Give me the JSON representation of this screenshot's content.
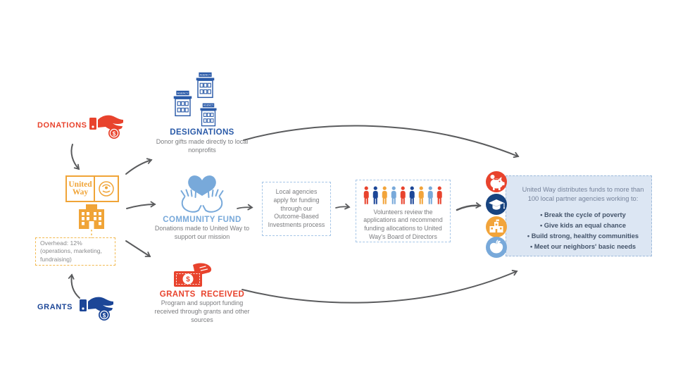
{
  "palette": {
    "red": "#E8432D",
    "dark_blue": "#1C4697",
    "designations_blue": "#2A5AA8",
    "light_blue": "#78A9DA",
    "orange": "#F0A437",
    "gray_text": "#7B7C7F",
    "arrow_gray": "#5A5B5D",
    "outcome_fill": "#DCE6F3"
  },
  "sources": {
    "donations": {
      "label": "DONATIONS"
    },
    "grants": {
      "label": "GRANTS"
    }
  },
  "united_way": {
    "logo_line1": "United",
    "logo_line2": "Way",
    "overhead_note": "Overhead: 12% (operations, marketing, fundraising)"
  },
  "channels": {
    "designations": {
      "title": "DESIGNATIONS",
      "desc": "Donor gifts made directly to local nonprofits",
      "agency_label": "AGENCY"
    },
    "community_fund": {
      "title": "COMMUNITY FUND",
      "desc": "Donations made to United Way to support our mission"
    },
    "grants_received": {
      "title": "GRANTS RECEIVED",
      "desc": "Program and support funding received through grants and other sources"
    }
  },
  "apply": {
    "text": "Local agencies apply for funding through our Outcome-Based Investments process"
  },
  "review": {
    "text": "Volunteers review the applications and recommend funding allocations to United Way's Board of Directors",
    "people_colors": [
      "#E8432D",
      "#1C4697",
      "#F2A43A",
      "#78A9DA",
      "#E8432D",
      "#1C4697",
      "#F2A43A",
      "#78A9DA",
      "#E8432D"
    ]
  },
  "outcome": {
    "intro": "United Way distributes funds to more than 100 local partner agencies working to:",
    "bullets": [
      "Break the cycle of poverty",
      "Give kids an equal chance",
      "Build strong, healthy communities",
      "Meet our neighbors' basic needs"
    ],
    "icons": [
      "piggy-bank-icon",
      "graduation-cap-icon",
      "community-building-icon",
      "apple-icon"
    ],
    "icon_colors": [
      "#E8432D",
      "#17437F",
      "#F2A43A",
      "#78A9DA"
    ]
  }
}
